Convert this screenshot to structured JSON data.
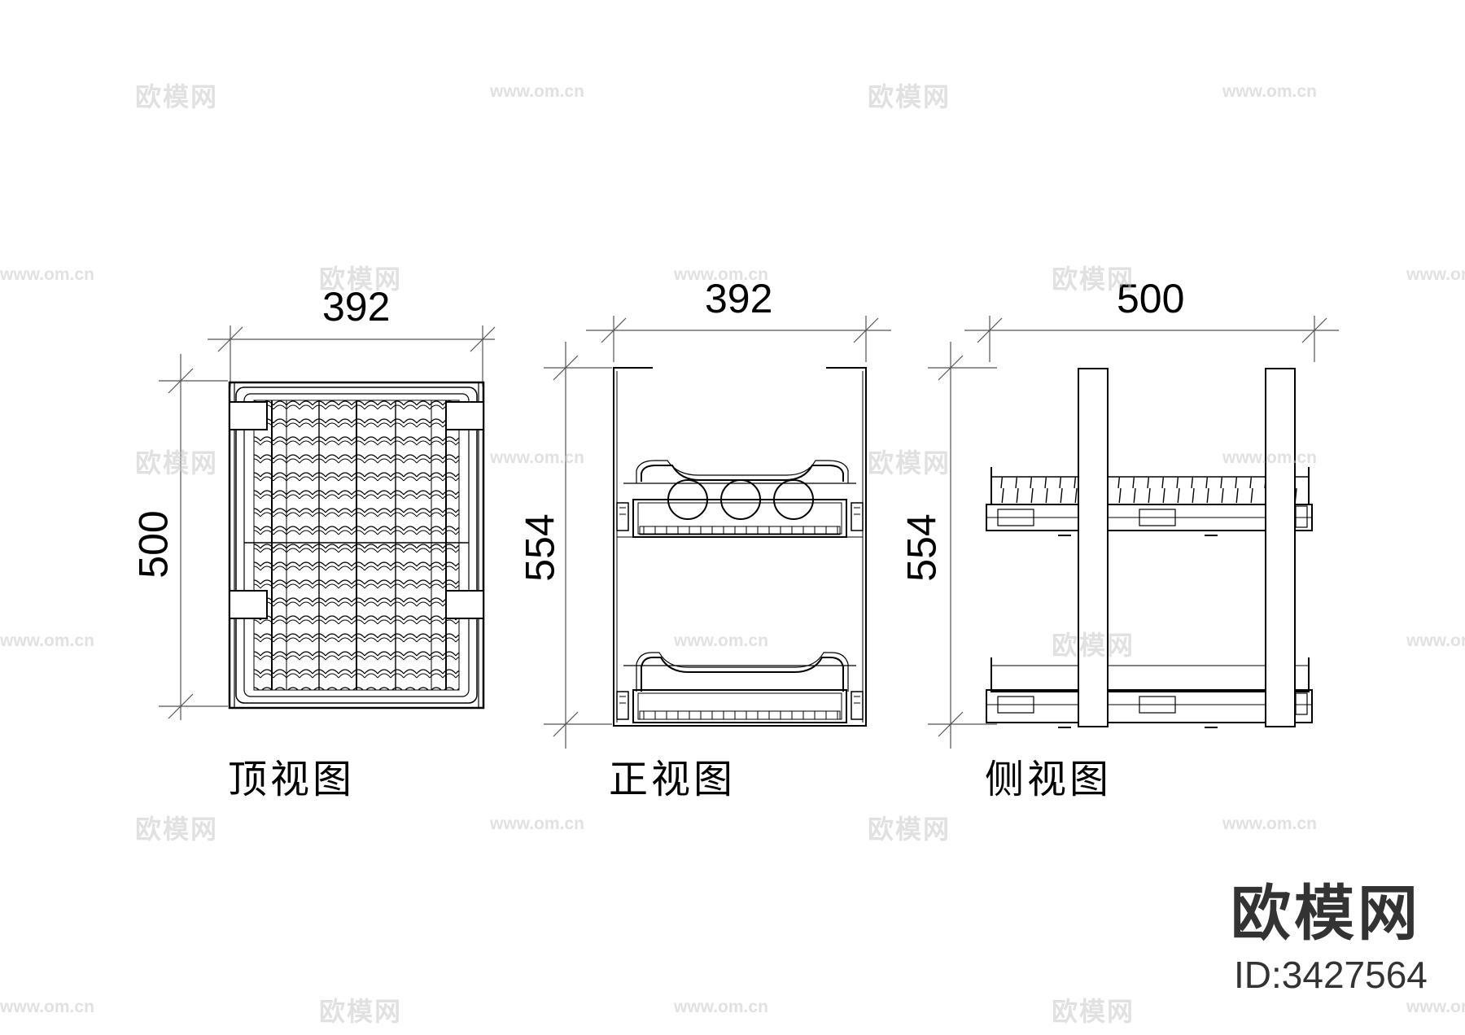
{
  "watermark": {
    "brand_text": "欧模网",
    "url_text": "www.om.cn"
  },
  "views": {
    "top": {
      "caption": "顶视图",
      "width_label": "392",
      "depth_label": "500"
    },
    "front": {
      "caption": "正视图",
      "width_label": "392",
      "height_label": "554"
    },
    "side": {
      "caption": "侧视图",
      "width_label": "500",
      "height_label": "554"
    }
  },
  "brand": {
    "name": "欧模网",
    "id_text": "ID:3427564"
  },
  "colors": {
    "line": "#000000",
    "dim_line": "#555555",
    "watermark": "#c9c9c9",
    "background": "#ffffff"
  }
}
